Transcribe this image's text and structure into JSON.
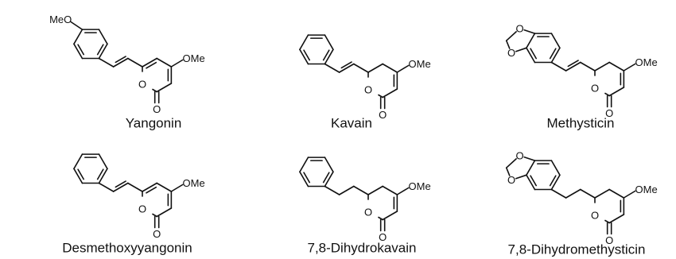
{
  "figure": {
    "compounds": [
      {
        "id": "yangonin",
        "name": "Yangonin",
        "ring": "pyrone",
        "linker": "vinyl",
        "aryl": "methoxyphenyl",
        "methoxy": "OMe",
        "aryl_methoxy": "MeO"
      },
      {
        "id": "kavain",
        "name": "Kavain",
        "ring": "dihydro",
        "linker": "vinyl",
        "aryl": "phenyl",
        "methoxy": "OMe"
      },
      {
        "id": "methysticin",
        "name": "Methysticin",
        "ring": "dihydro",
        "linker": "vinyl",
        "aryl": "benzodioxole",
        "methoxy": "OMe"
      },
      {
        "id": "desmethoxyyangonin",
        "name": "Desmethoxyyangonin",
        "ring": "pyrone",
        "linker": "vinyl",
        "aryl": "phenyl",
        "methoxy": "OMe"
      },
      {
        "id": "dihydrokavain",
        "name": "7,8-Dihydrokavain",
        "ring": "dihydro",
        "linker": "ethyl",
        "aryl": "phenyl",
        "methoxy": "OMe"
      },
      {
        "id": "dihydromethysticin",
        "name": "7,8-Dihydromethysticin",
        "ring": "dihydro",
        "linker": "ethyl",
        "aryl": "benzodioxole",
        "methoxy": "OMe"
      }
    ],
    "atoms": {
      "oxygen": "O"
    }
  }
}
